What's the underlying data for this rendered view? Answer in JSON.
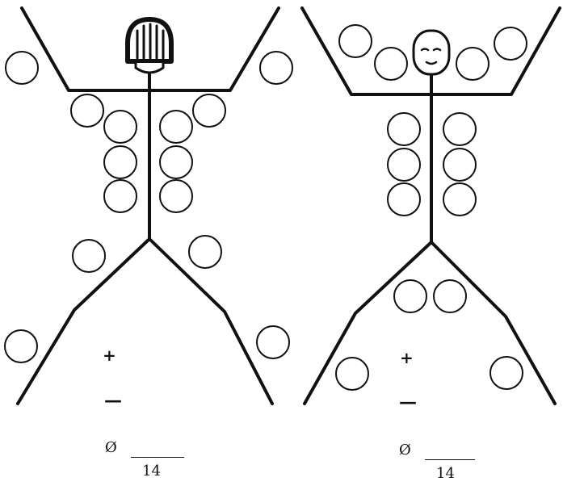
{
  "colors": {
    "ink": "#111111",
    "paper": "#ffffff"
  },
  "figures": [
    {
      "id": "left",
      "head_style": "hatched-hair",
      "symbols": {
        "plus": "+",
        "minus": "—",
        "empty_set": "Ø"
      },
      "denominator": "14"
    },
    {
      "id": "right",
      "head_style": "smiling-face",
      "symbols": {
        "plus": "+",
        "minus": "—",
        "empty_set": "Ø"
      },
      "denominator": "14"
    }
  ]
}
